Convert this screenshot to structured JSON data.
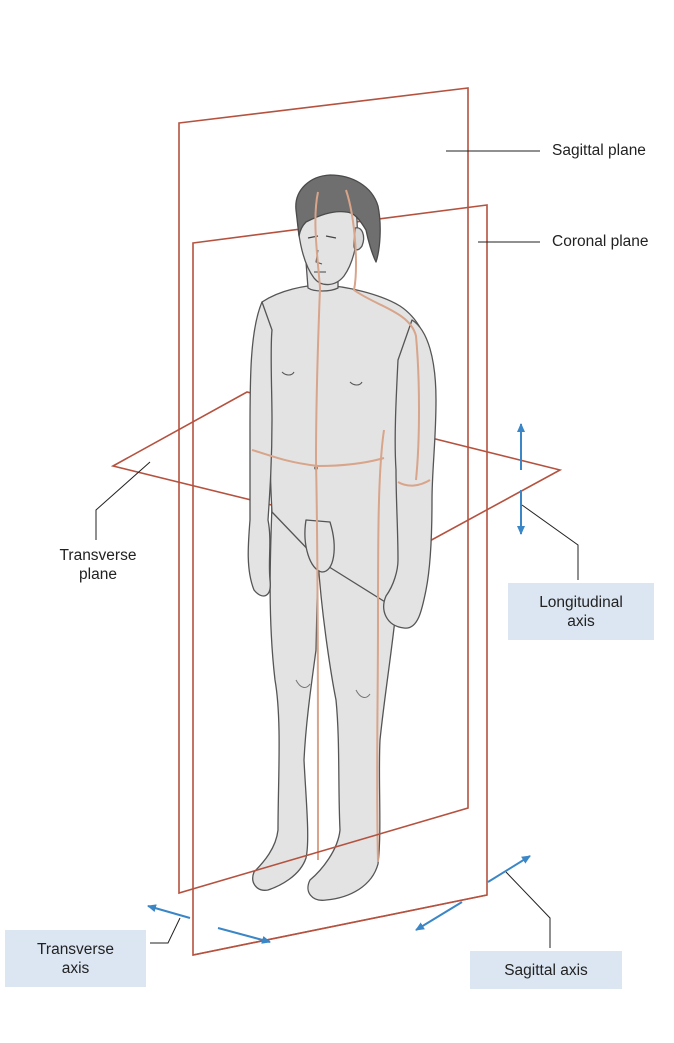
{
  "labels": {
    "sagittal_plane": "Sagittal plane",
    "coronal_plane": "Coronal plane",
    "transverse_plane": [
      "Transverse",
      "plane"
    ],
    "longitudinal_axis": [
      "Longitudinal",
      "axis"
    ],
    "transverse_axis": [
      "Transverse",
      "axis"
    ],
    "sagittal_axis": "Sagittal axis"
  },
  "colors": {
    "plane_line": "#b5523f",
    "body_fill": "#e3e3e3",
    "body_outline": "#555555",
    "hair": "#6f6f6f",
    "section_line": "#d8a48a",
    "axis_arrow": "#3a86c6",
    "label_box": "#dbe6f2",
    "leader_line": "#222222"
  }
}
